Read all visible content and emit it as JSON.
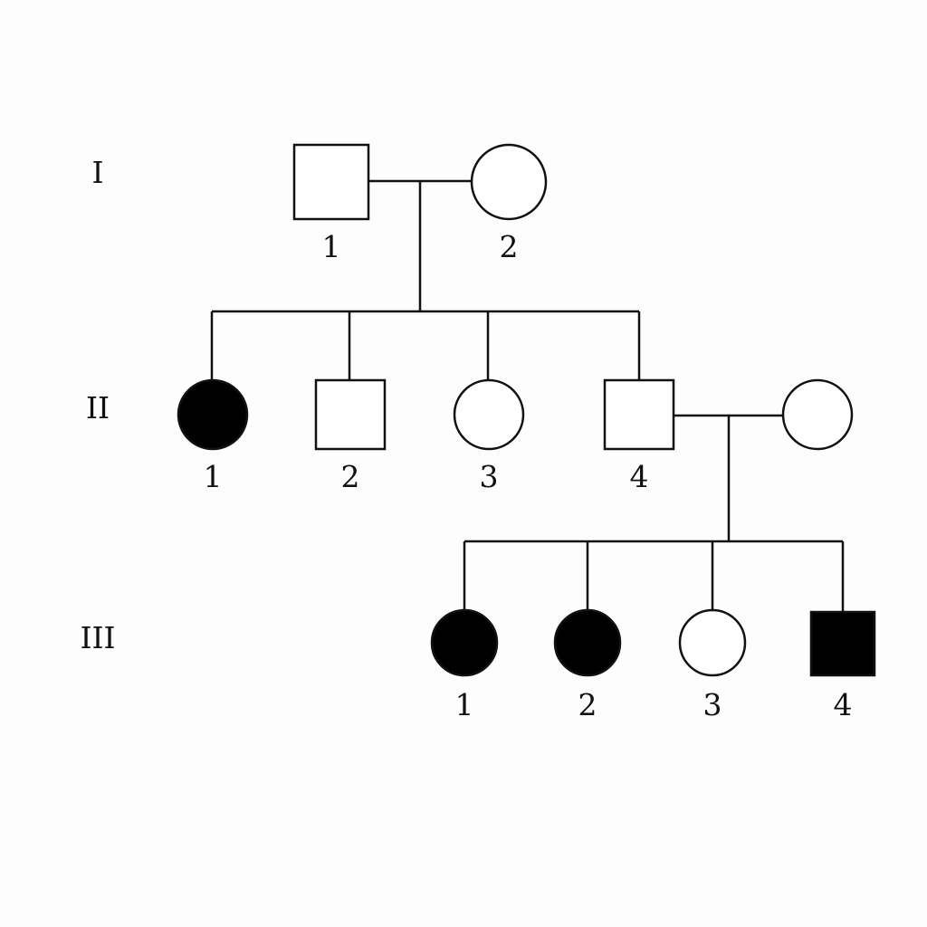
{
  "colors": {
    "background": "#fdfdfd",
    "line": "#111111",
    "affected": "#000000",
    "unaffected": "#ffffff"
  },
  "generations": [
    {
      "label": "I"
    },
    {
      "label": "II"
    },
    {
      "label": "III"
    }
  ],
  "individuals": [
    {
      "id": "I-1",
      "label": "1",
      "sex": "male",
      "affected": false
    },
    {
      "id": "I-2",
      "label": "2",
      "sex": "female",
      "affected": false
    },
    {
      "id": "II-1",
      "label": "1",
      "sex": "female",
      "affected": true
    },
    {
      "id": "II-2",
      "label": "2",
      "sex": "male",
      "affected": false
    },
    {
      "id": "II-3",
      "label": "3",
      "sex": "female",
      "affected": false
    },
    {
      "id": "II-4",
      "label": "4",
      "sex": "male",
      "affected": false
    },
    {
      "id": "II-spouse",
      "label": "",
      "sex": "female",
      "affected": false
    },
    {
      "id": "III-1",
      "label": "1",
      "sex": "female",
      "affected": true
    },
    {
      "id": "III-2",
      "label": "2",
      "sex": "female",
      "affected": true
    },
    {
      "id": "III-3",
      "label": "3",
      "sex": "female",
      "affected": false
    },
    {
      "id": "III-4",
      "label": "4",
      "sex": "male",
      "affected": true
    }
  ],
  "matings": [
    {
      "partners": [
        "I-1",
        "I-2"
      ],
      "children": [
        "II-1",
        "II-2",
        "II-3",
        "II-4"
      ]
    },
    {
      "partners": [
        "II-4",
        "II-spouse"
      ],
      "children": [
        "III-1",
        "III-2",
        "III-3",
        "III-4"
      ]
    }
  ]
}
